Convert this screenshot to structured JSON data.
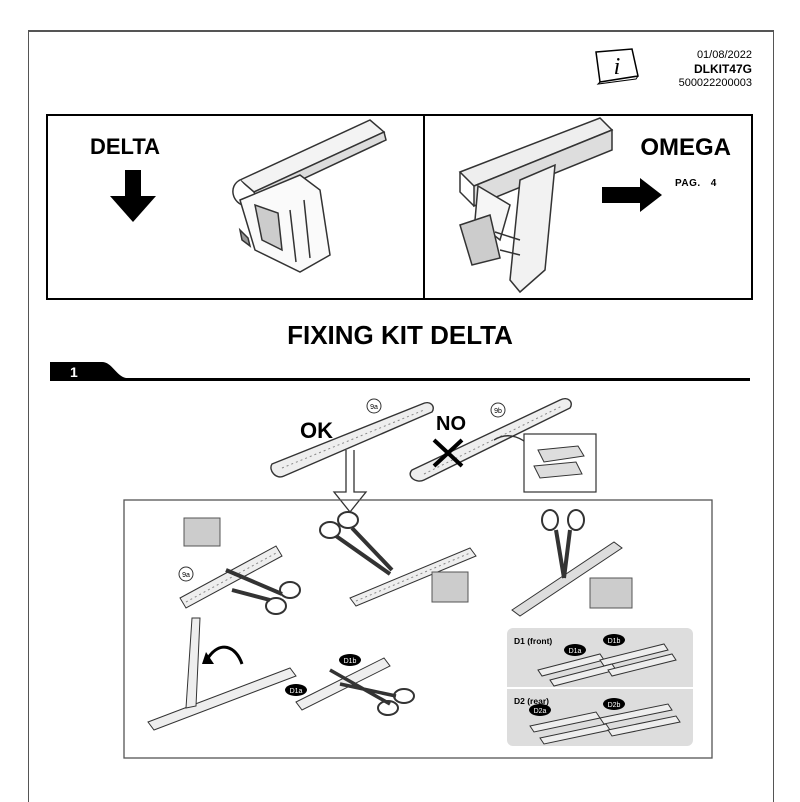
{
  "header": {
    "date": "01/08/2022",
    "code": "DLKIT47G",
    "number": "500022200003",
    "info_icon": "info-icon"
  },
  "variants": {
    "delta_label": "DELTA",
    "omega_label": "OMEGA",
    "pag_label": "PAG.",
    "pag_number": "4"
  },
  "section": {
    "title": "FIXING KIT DELTA",
    "step_number": "1"
  },
  "illustration": {
    "ok_label": "OK",
    "no_label": "NO",
    "part_9a": "9a",
    "part_9b": "9b",
    "d1_label": "D1 (front)",
    "d2_label": "D2 (rear)",
    "d1a": "D1a",
    "d1b": "D1b",
    "d2a": "D2a",
    "d2b": "D2b"
  }
}
